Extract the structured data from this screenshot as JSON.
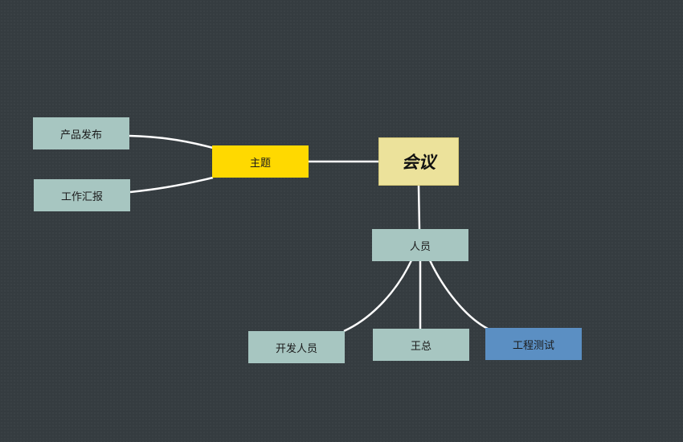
{
  "mindmap": {
    "root": {
      "label": "会议",
      "color": "#ece29b"
    },
    "topics": {
      "theme": {
        "label": "主题",
        "color": "#ffd900"
      },
      "product_launch": {
        "label": "产品发布",
        "color": "#a7c6c1"
      },
      "work_report": {
        "label": "工作汇报",
        "color": "#a7c6c1"
      },
      "people": {
        "label": "人员",
        "color": "#a7c6c1"
      },
      "developers": {
        "label": "开发人员",
        "color": "#a7c6c1"
      },
      "manager_wang": {
        "label": "王总",
        "color": "#a7c6c1"
      },
      "qa_engineering": {
        "label": "工程测试",
        "color": "#5b8fc3"
      }
    },
    "connector_color": "#ffffff",
    "background": "#353c40"
  }
}
